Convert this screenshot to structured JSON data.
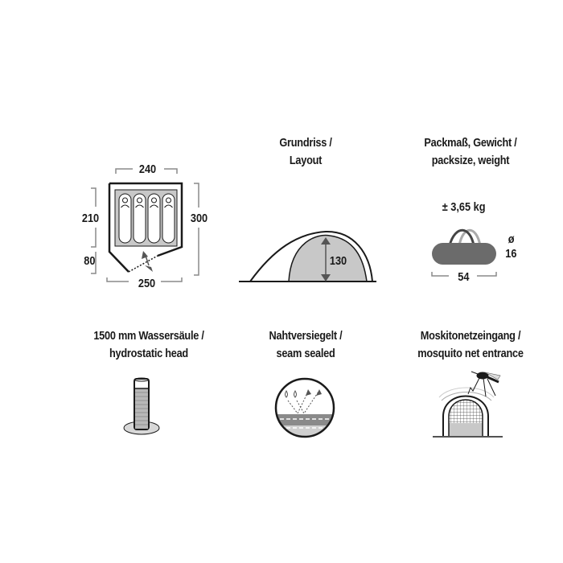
{
  "panels": {
    "floorplan": {
      "width_top": "240",
      "width_bottom": "250",
      "inner_depth": "210",
      "vestibule_depth": "80",
      "total_depth": "300",
      "sleeping_places": 4,
      "icon": "tent-floorplan-icon"
    },
    "layout": {
      "title_line1": "Grundriss /",
      "title_line2": "Layout",
      "height": "130",
      "icon": "dome-tent-profile-icon"
    },
    "packsize": {
      "title_line1": "Packmaß, Gewicht /",
      "title_line2": "packsize, weight",
      "weight": "± 3,65 kg",
      "diameter_symbol": "ø",
      "diameter": "16",
      "length": "54",
      "icon": "pack-bag-icon"
    },
    "hydrostatic": {
      "title_line1": "1500 mm Wassersäule /",
      "title_line2": "hydrostatic head",
      "icon": "water-column-icon"
    },
    "seam": {
      "title_line1": "Nahtversiegelt /",
      "title_line2": "seam sealed",
      "icon": "seam-sealed-icon"
    },
    "mosquito": {
      "title_line1": "Moskitonetzeingang /",
      "title_line2": "mosquito net entrance",
      "icon": "mosquito-net-icon"
    }
  },
  "colors": {
    "line": "#1a1a1a",
    "fill_light": "#c8c8c8",
    "fill_dark": "#6b6b6b",
    "dim": "#8a8a8a"
  }
}
